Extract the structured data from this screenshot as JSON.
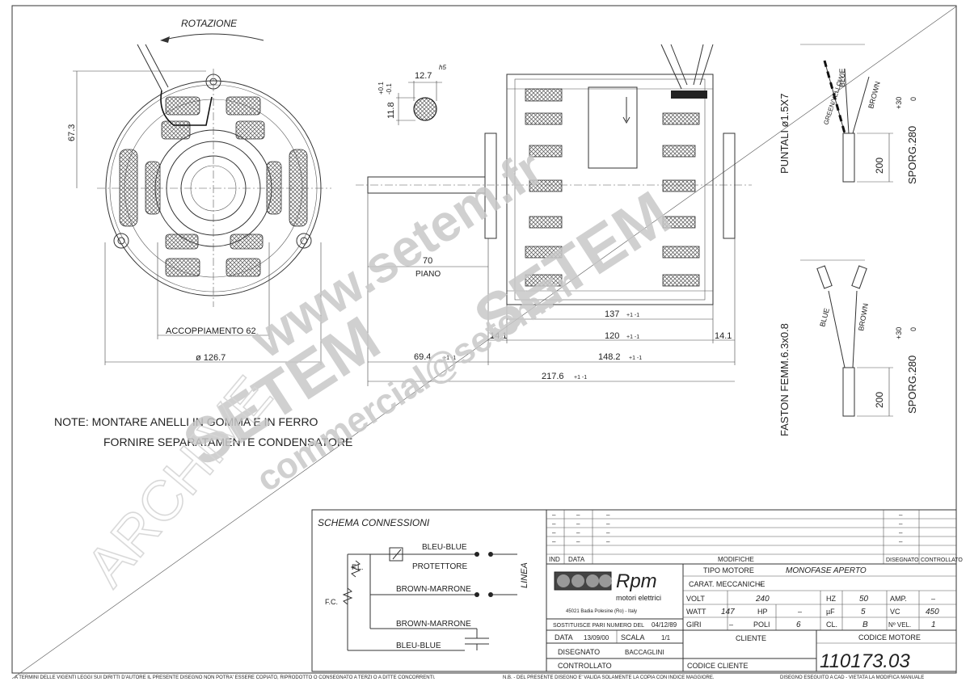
{
  "drawing": {
    "rotation_label": "ROTAZIONE",
    "dims_front": {
      "d67": "67.3",
      "coupling": "ACCOPPIAMENTO 62",
      "diameter": "ø 126.7"
    },
    "shaft": {
      "w": "12.7",
      "tol": "h5",
      "h": "11.8",
      "tol_plus": "+0.1",
      "tol_minus": "-0.1"
    },
    "dims_side": {
      "d70": "70",
      "piano": "PIANO",
      "d137": "137",
      "d137_tol": "+1 -1",
      "d14a": "14.1",
      "d120": "120",
      "d120_tol": "+1 -1",
      "d14b": "14.1",
      "d69": "69.4",
      "d69_tol": "+1 -1",
      "d148": "148.2",
      "d148_tol": "+1 -1",
      "d217": "217.6",
      "d217_tol": "+1 -1"
    },
    "lead_top": {
      "title": "PUNTALI ø1.5X7",
      "blue": "BLUE",
      "green": "GREEN/YELLOW",
      "brown": "BROWN",
      "len": "200",
      "sporg": "SPORG.280",
      "sp_plus": "+30",
      "sp_zero": "0"
    },
    "lead_bottom": {
      "title": "FASTON FEMM.6.3x0.8",
      "blue": "BLUE",
      "brown": "BROWN",
      "len": "200",
      "sporg": "SPORG.280",
      "sp_plus": "+30",
      "sp_zero": "0"
    },
    "note1": "NOTE: MONTARE ANELLI IN GOMMA E IN FERRO",
    "note2": "FORNIRE SEPARATAMENTE CONDENSATORE"
  },
  "watermark": {
    "url": "www.setem.fr",
    "brand": "SETEM",
    "brand2": "SETEM",
    "email": "commercial@setem.fr",
    "archive": "ARCHIVE"
  },
  "schema": {
    "title": "SCHEMA CONNESSIONI",
    "bleu1": "BLEU-BLUE",
    "protettore": "PROTETTORE",
    "fl": "F.L.",
    "brown1": "BROWN-MARRONE",
    "fc": "F.C.",
    "brown2": "BROWN-MARRONE",
    "bleu2": "BLEU-BLUE",
    "linea": "LINEA"
  },
  "titleblock": {
    "rev_rows": [
      [
        "–",
        "–",
        "–",
        "–"
      ],
      [
        "–",
        "–",
        "–",
        "–"
      ],
      [
        "–",
        "–",
        "–",
        "–"
      ],
      [
        "–",
        "–",
        "–",
        "–"
      ]
    ],
    "ind": "IND",
    "data": "DATA",
    "modifiche": "MODIFICHE",
    "disegnato": "DISEGNATO",
    "controllato": "CONTROLLATO",
    "brand": "Rpm",
    "brand_sub": "motori elettrici",
    "address": "45021 Badia Polesine (Ro) - Italy",
    "tipo_motore_label": "TIPO MOTORE",
    "tipo_motore": "MONOFASE APERTO",
    "carat_label": "CARAT. MECCANICHE",
    "carat": "–",
    "volt_label": "VOLT",
    "volt": "240",
    "hz_label": "HZ",
    "hz": "50",
    "amp_label": "AMP.",
    "amp": "–",
    "watt_label": "WATT",
    "watt": "147",
    "hp_label": "HP",
    "hp": "–",
    "uf_label": "µF",
    "uf": "5",
    "vc_label": "VC",
    "vc": "450",
    "giri_label": "GIRI",
    "giri": "–",
    "poli_label": "POLI",
    "poli": "6",
    "cl_label": "CL.",
    "cl": "B",
    "nvel_label": "Nº VEL.",
    "nvel": "1",
    "sostituisce": "SOSTITUISCE PARI NUMERO DEL",
    "sost_date": "04/12/89",
    "data_label": "DATA",
    "data_val": "13/09/00",
    "scala_label": "SCALA",
    "scala": "1/1",
    "cliente_label": "CLIENTE",
    "disegnato_label": "DISEGNATO",
    "disegnato_val": "BACCAGLINI",
    "controllato_label": "CONTROLLATO",
    "codice_cliente_label": "CODICE CLIENTE",
    "codice_motore_label": "CODICE MOTORE",
    "codice_motore": "110173.03"
  },
  "footer": {
    "left": "A TERMINI DELLE VIGENTI LEGGI SUI DIRITTI D'AUTORE IL PRESENTE DISEGNO NON POTRA' ESSERE COPIATO, RIPRODOTTO O CONSEGNATO A TERZI O A DITTE CONCORRENTI.",
    "mid": "N.B. - DEL PRESENTE DISEGNO E' VALIDA SOLAMENTE LA COPIA CON INDICE MAGGIORE.",
    "right": "DISEGNO ESEGUITO A CAD - VIETATA LA MODIFICA MANUALE"
  }
}
